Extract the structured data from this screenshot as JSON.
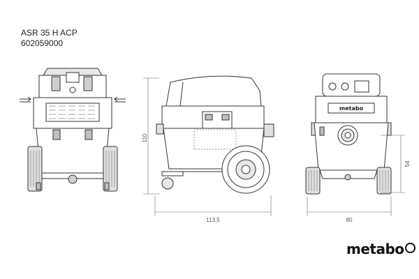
{
  "product": {
    "model": "ASR 35 H ACP",
    "article_number": "602059000"
  },
  "dimensions": {
    "height": "110",
    "depth": "113,5",
    "width": "80",
    "sub_height": "54"
  },
  "brand": {
    "name": "metabo",
    "panel_logo": "metabo"
  },
  "colors": {
    "line": "#333333",
    "dim_line": "#666666",
    "fill_dark": "#bfbfbf",
    "fill_light": "#e8e8e8"
  }
}
